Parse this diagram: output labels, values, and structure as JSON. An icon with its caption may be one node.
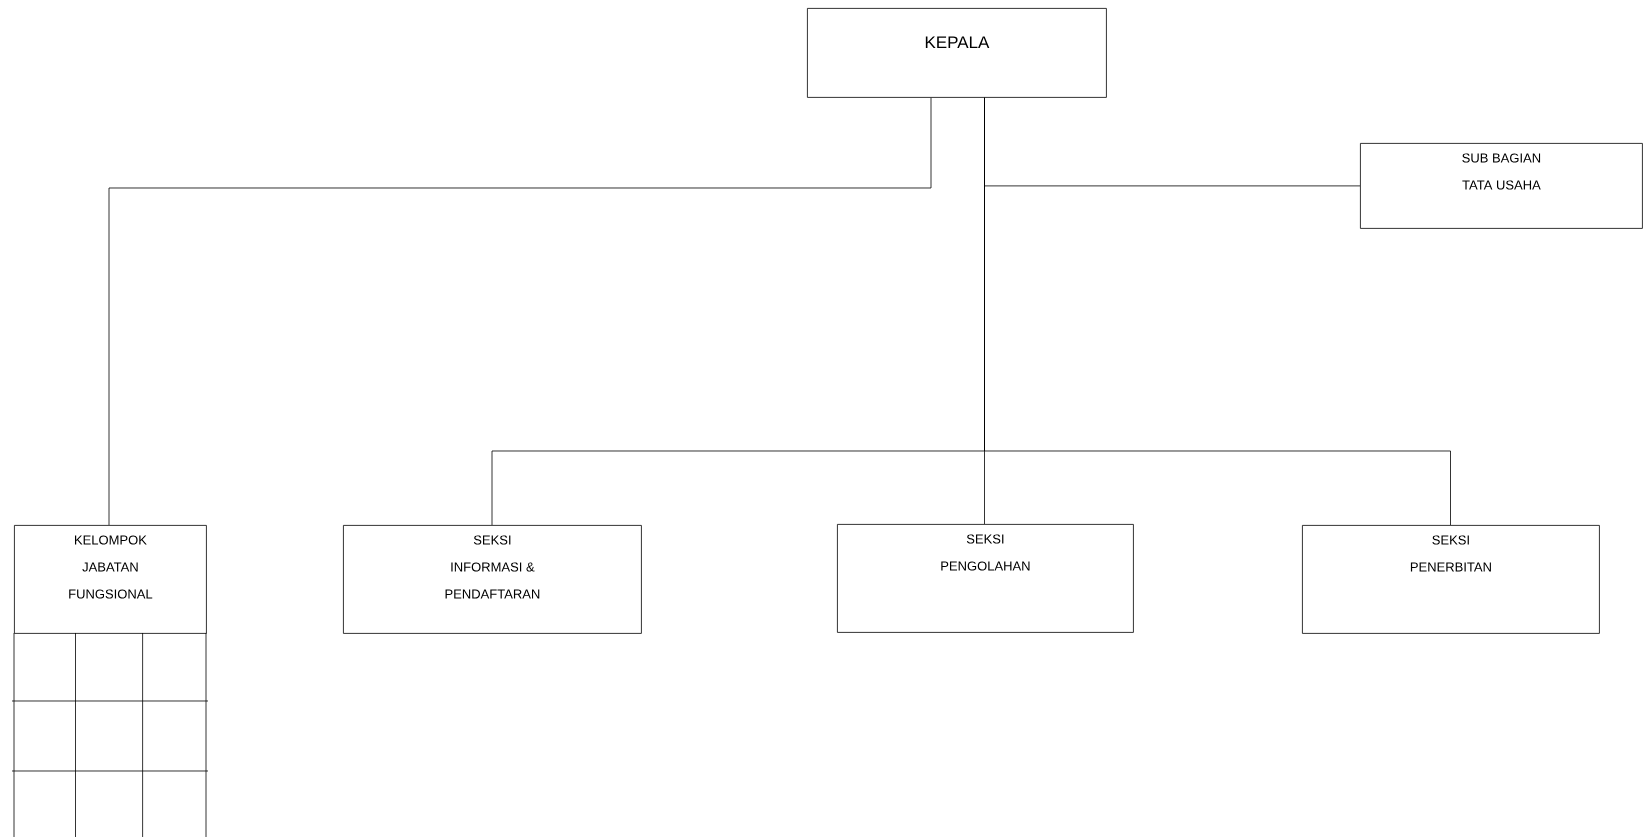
{
  "diagram": {
    "nodes": [
      {
        "text": [
          "KEPALA"
        ]
      },
      {
        "text": [
          "SUB BAGIAN TATA USAHA"
        ]
      },
      {
        "text": [
          "KELOMPOK JABATAN FUNGSIONAL"
        ]
      },
      {
        "text": [
          "SEKSI INFORMASI & PENDAFTARAN"
        ]
      },
      {
        "text": [
          "SEKSI PENGOLAHAN"
        ]
      },
      {
        "text": [
          "SEKSI PENERBITAN"
        ]
      }
    ],
    "edges": [
      {
        "from": 0,
        "to": 1,
        "arrow": "none"
      },
      {
        "from": 0,
        "to": 2,
        "arrow": "none"
      },
      {
        "from": 0,
        "to": 3,
        "arrow": "none"
      },
      {
        "from": 0,
        "to": 4,
        "arrow": "none"
      },
      {
        "from": 0,
        "to": 5,
        "arrow": "none"
      }
    ]
  }
}
